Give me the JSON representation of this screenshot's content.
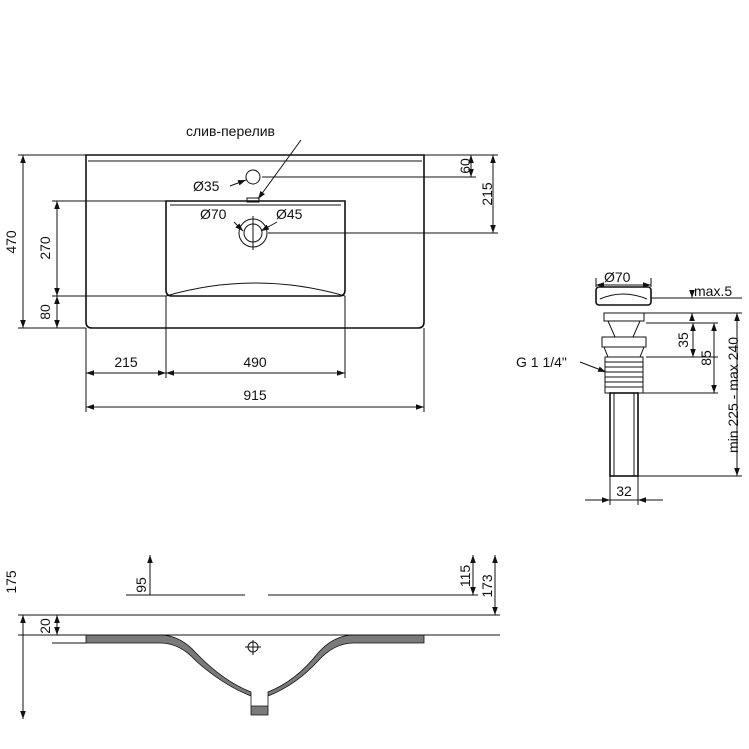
{
  "labels": {
    "overflow": "слив-перелив",
    "d35": "Ø35",
    "d70": "Ø70",
    "d45": "Ø45",
    "v470": "470",
    "v270": "270",
    "v80": "80",
    "v60": "60",
    "v215_right": "215",
    "h215": "215",
    "h490": "490",
    "h915": "915",
    "drain_d70": "Ø70",
    "max5": "max.5",
    "v35": "35",
    "v85": "85",
    "range": "min 225 - max 240",
    "thread": "G 1 1/4\"",
    "w32": "32",
    "v20": "20",
    "v175": "175",
    "v95": "95",
    "v115": "115",
    "v173": "173"
  }
}
